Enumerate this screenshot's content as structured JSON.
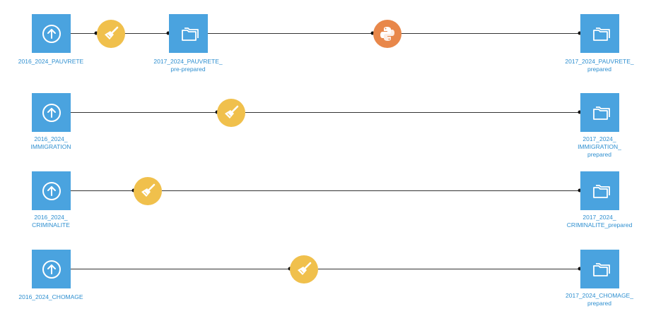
{
  "colors": {
    "dataset": "#4aa3df",
    "prepare_recipe": "#f0c04c",
    "python_recipe": "#e8874a",
    "label": "#2e8fd0",
    "edge": "#333333"
  },
  "flows": [
    {
      "source": {
        "lines": [
          "2016_2024_PAUVRETE"
        ],
        "icon": "upload-icon"
      },
      "steps": [
        {
          "type": "prepare",
          "icon": "broom-icon"
        },
        {
          "type": "dataset",
          "icon": "folder-icon",
          "lines": [
            "2017_2024_PAUVRETE_",
            "pre-prepared"
          ]
        },
        {
          "type": "python",
          "icon": "python-icon"
        }
      ],
      "output": {
        "lines": [
          "2017_2024_PAUVRETE_",
          "prepared"
        ],
        "icon": "folder-icon"
      }
    },
    {
      "source": {
        "lines": [
          "2016_2024_",
          "IMMIGRATION"
        ],
        "icon": "upload-icon"
      },
      "steps": [
        {
          "type": "prepare",
          "icon": "broom-icon"
        }
      ],
      "output": {
        "lines": [
          "2017_2024_",
          "IMMIGRATION_",
          "prepared"
        ],
        "icon": "folder-icon"
      }
    },
    {
      "source": {
        "lines": [
          "2016_2024_",
          "CRIMINALITE"
        ],
        "icon": "upload-icon"
      },
      "steps": [
        {
          "type": "prepare",
          "icon": "broom-icon"
        }
      ],
      "output": {
        "lines": [
          "2017_2024_",
          "CRIMINALITE_prepared"
        ],
        "icon": "folder-icon"
      }
    },
    {
      "source": {
        "lines": [
          "2016_2024_CHOMAGE"
        ],
        "icon": "upload-icon"
      },
      "steps": [
        {
          "type": "prepare",
          "icon": "broom-icon"
        }
      ],
      "output": {
        "lines": [
          "2017_2024_CHOMAGE_",
          "prepared"
        ],
        "icon": "folder-icon"
      }
    }
  ]
}
